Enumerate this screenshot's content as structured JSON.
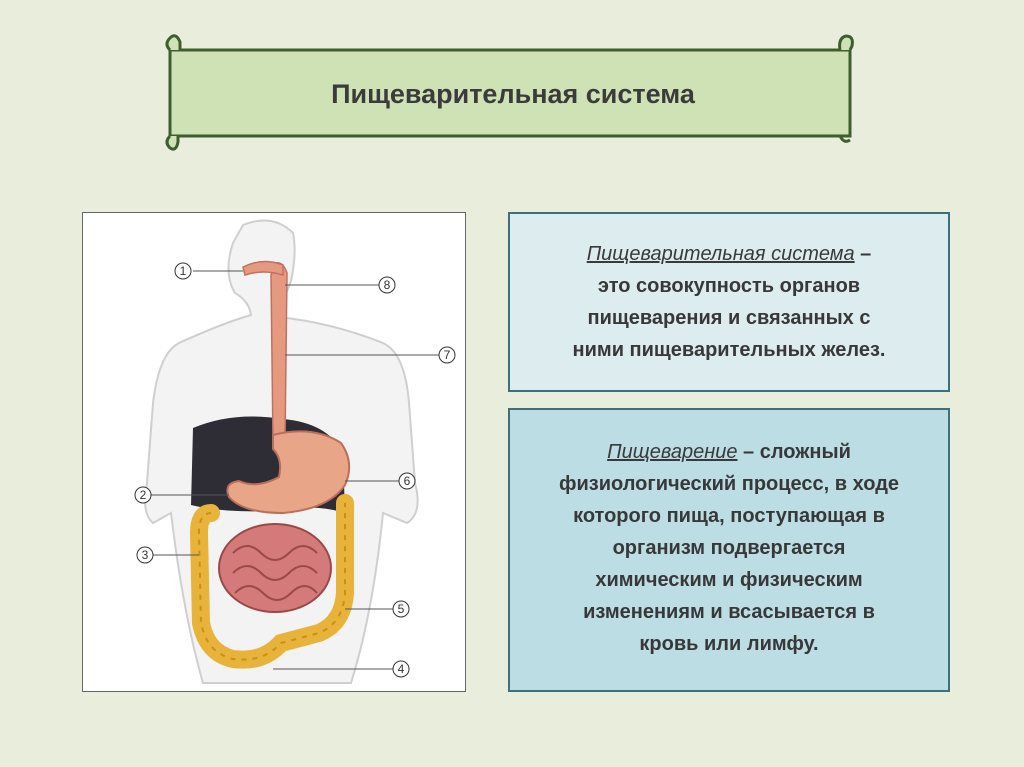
{
  "title": "Пищеварительная система",
  "diagram": {
    "markers": [
      "1",
      "8",
      "7",
      "2",
      "6",
      "3",
      "5",
      "4"
    ]
  },
  "definition1": {
    "term": "Пищеварительная система",
    "dash": " –",
    "lines": [
      "это совокупность органов",
      "пищеварения и связанных с",
      "ними пищеварительных желез."
    ]
  },
  "definition2": {
    "term": "Пищеварение",
    "first_line_rest": " – сложный",
    "lines": [
      "физиологический процесс, в ходе",
      "которого пища, поступающая в",
      "организм подвергается",
      "химическим и физическим",
      "изменениям и всасывается в",
      "кровь или лимфу."
    ]
  },
  "colors": {
    "background": "#e9eedc",
    "banner": "#cfe2b5",
    "box1": "#dcecef",
    "box2": "#bcdde3",
    "border": "#3d6f7c"
  }
}
